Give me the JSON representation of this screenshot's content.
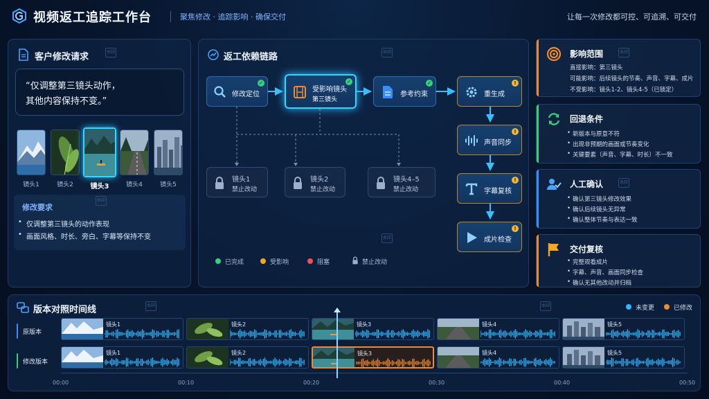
{
  "header": {
    "title": "视频返工追踪工作台",
    "subtitle": "聚焦修改 · 追踪影响 · 确保交付",
    "tagline": "让每一次修改都可控、可追溯、可交付"
  },
  "watermark": "水印",
  "client_request": {
    "title": "客户修改请求",
    "quote": "“仅调整第三镜头动作，\n  其他内容保持不变。”",
    "shots": [
      {
        "label": "镜头1",
        "scene": "snowy-mountain-lake"
      },
      {
        "label": "镜头2",
        "scene": "green-leaves"
      },
      {
        "label": "镜头3",
        "scene": "mountain-lake-boat",
        "selected": true
      },
      {
        "label": "镜头4",
        "scene": "forest-road"
      },
      {
        "label": "镜头5",
        "scene": "city-skyline"
      }
    ],
    "requirements_title": "修改要求",
    "requirements": [
      "仅调整第三镜头的动作表现",
      "画面风格、时长、旁白、字幕等保持不变"
    ]
  },
  "chain": {
    "title": "返工依赖链路",
    "nodes": {
      "locate": {
        "label": "修改定位",
        "icon": "search-icon",
        "status": "done"
      },
      "affected": {
        "label": "受影响镜头",
        "sub": "第三镜头",
        "icon": "film-icon",
        "status": "done"
      },
      "reference": {
        "label": "参考约束",
        "icon": "document-icon",
        "status": "done"
      },
      "regenerate": {
        "label": "重生成",
        "icon": "gear-icon",
        "status": "affected"
      },
      "audio": {
        "label": "声音同步",
        "icon": "waveform-icon",
        "status": "affected"
      },
      "subtitle": {
        "label": "字幕复核",
        "icon": "text-icon",
        "status": "affected"
      },
      "final": {
        "label": "成片检查",
        "icon": "play-icon",
        "status": "affected"
      }
    },
    "locked": [
      {
        "label": "镜头1",
        "sub": "禁止改动"
      },
      {
        "label": "镜头2",
        "sub": "禁止改动"
      },
      {
        "label": "镜头4–5",
        "sub": "禁止改动"
      }
    ],
    "legend": [
      {
        "label": "已完成",
        "color": "#33d17a"
      },
      {
        "label": "受影响",
        "color": "#f5a623"
      },
      {
        "label": "阻塞",
        "color": "#ef5350"
      },
      {
        "label": "禁止改动",
        "icon": "lock-icon"
      }
    ]
  },
  "cards": {
    "impact": {
      "title": "影响范围",
      "lines": [
        "直接影响：第三镜头",
        "可能影响：后续镜头的节奏、声音、字幕、成片",
        "不受影响：镜头1-2、镜头4-5（已锁定）"
      ],
      "color": "#f08a2e"
    },
    "rollback": {
      "title": "回退条件",
      "lines": [
        "新版本与原意不符",
        "出现非预期的画面或节奏变化",
        "关键要素（声音、字幕、时长）不一致"
      ],
      "color": "#33d17a"
    },
    "manual": {
      "title": "人工确认",
      "lines": [
        "确认第三镜头修改效果",
        "确认后续镜头无异常",
        "确认整体节奏与表达一致"
      ],
      "color": "#3b8cff"
    },
    "delivery": {
      "title": "交付复核",
      "lines": [
        "完整观看成片",
        "字幕、声音、画面同步检查",
        "确认无其他改动并归档"
      ],
      "color": "#f08a2e"
    }
  },
  "timeline": {
    "title": "版本对照时间线",
    "legend": [
      {
        "label": "未变更",
        "color": "#2bb8ff"
      },
      {
        "label": "已修改",
        "color": "#f08a2e"
      }
    ],
    "tracks": [
      {
        "label": "原版本",
        "color": "#3b8cff",
        "clips": [
          "镜头1",
          "镜头2",
          "镜头3",
          "镜头4",
          "镜头5"
        ]
      },
      {
        "label": "修改版本",
        "color": "#33d17a",
        "clips": [
          "镜头1",
          "镜头2",
          "镜头3",
          "镜头4",
          "镜头5"
        ]
      }
    ],
    "modified_clip_index": 2,
    "ticks": [
      "00:00",
      "00:10",
      "00:20",
      "00:30",
      "00:40",
      "00:50"
    ],
    "playhead_time": 22
  }
}
